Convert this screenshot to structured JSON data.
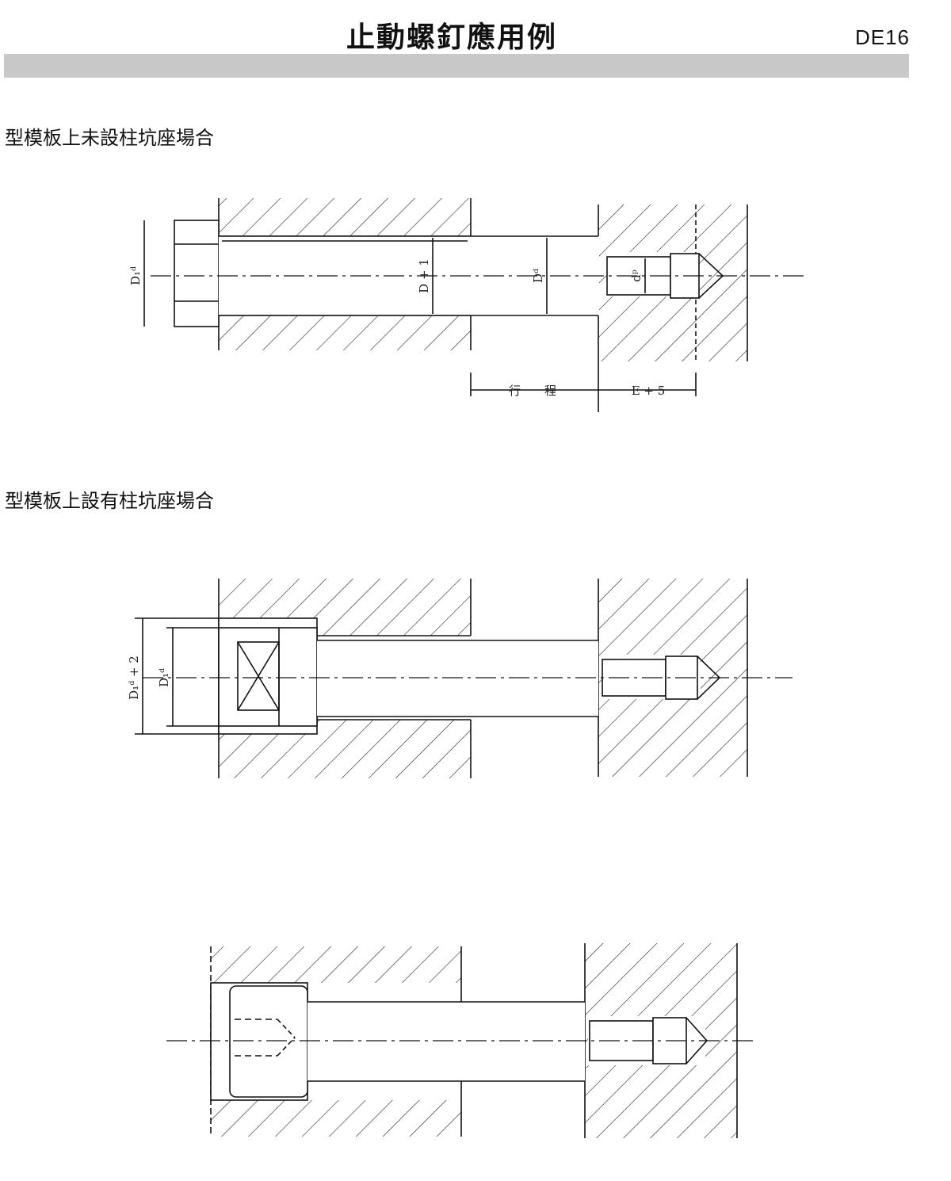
{
  "header": {
    "title": "止動螺釘應用例",
    "code": "DE16"
  },
  "sections": [
    {
      "caption": "型模板上未設柱坑座場合",
      "labels": {
        "d_head": "D₁ᵈ",
        "d_plus": "D + 1",
        "d_shank": "Dᵈ",
        "d_thread": "dᵖ",
        "stroke": "行　　程",
        "e_plus": "E + 5"
      }
    },
    {
      "caption": "型模板上設有柱坑座場合",
      "labels": {
        "d_counter": "D₁ᵈ + 2",
        "d_head": "D₁ᵈ"
      }
    },
    {
      "caption": "",
      "labels": {}
    }
  ],
  "colors": {
    "bar": "#c8c8c8",
    "ink": "#111111"
  }
}
